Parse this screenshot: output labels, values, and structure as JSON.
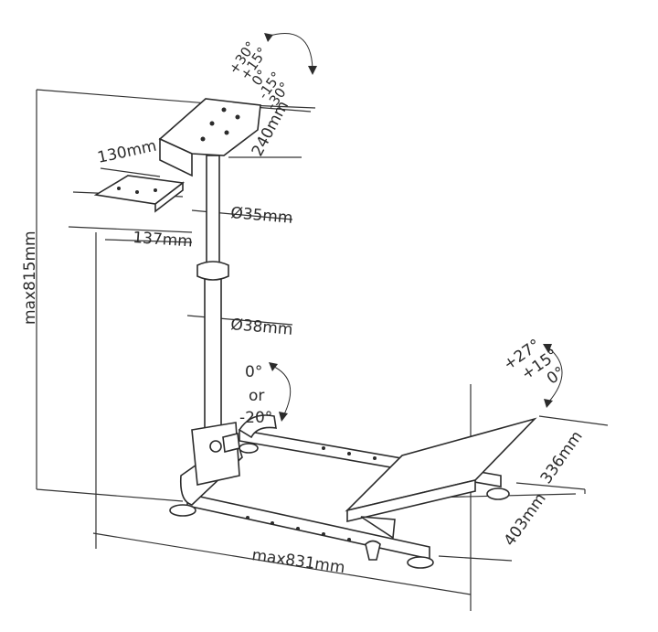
{
  "dimensions": {
    "wheel_plate_width": "130mm",
    "wheel_plate_depth": "240mm",
    "shifter_plate_width": "137mm",
    "upper_tube_diameter": "Ø35mm",
    "lower_tube_diameter": "Ø38mm",
    "max_height": "max815mm",
    "max_length": "max831mm",
    "pedal_plate_width": "336mm",
    "base_width": "403mm"
  },
  "wheel_tilt": [
    "+30°",
    "+15°",
    "0°",
    "-15°",
    "-30°"
  ],
  "column_tilt": [
    "0°",
    "or",
    "-20°"
  ],
  "pedal_tilt": [
    "+27°",
    "+15°",
    "0°"
  ]
}
